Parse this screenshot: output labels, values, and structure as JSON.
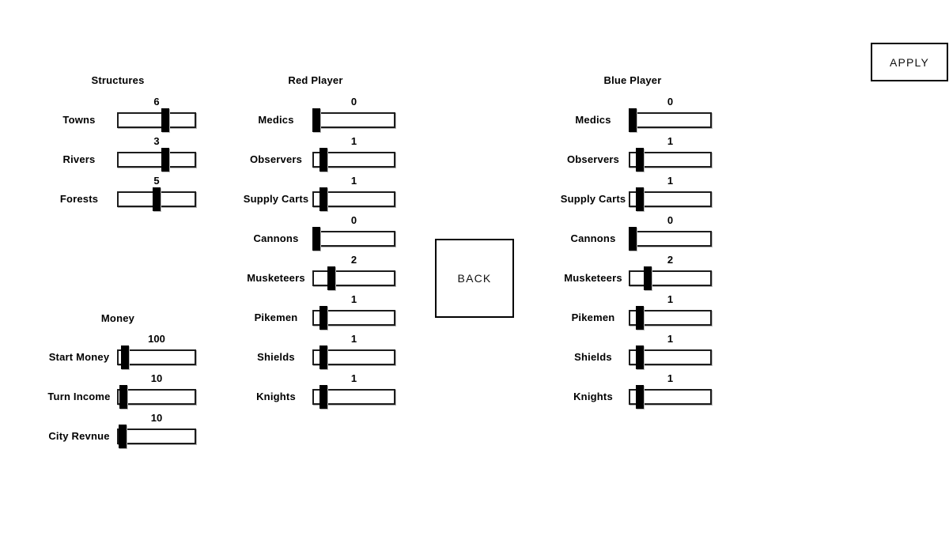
{
  "buttons": {
    "back": "BACK",
    "apply": "APPLY"
  },
  "groups": [
    {
      "id": "structures",
      "title": "Structures",
      "sliders": [
        {
          "label": "Towns",
          "value": "6",
          "fraction": 0.62
        },
        {
          "label": "Rivers",
          "value": "3",
          "fraction": 0.62
        },
        {
          "label": "Forests",
          "value": "5",
          "fraction": 0.5
        }
      ]
    },
    {
      "id": "money",
      "title": "Money",
      "sliders": [
        {
          "label": "Start Money",
          "value": "100",
          "fraction": 0.05
        },
        {
          "label": "Turn Income",
          "value": "10",
          "fraction": 0.035
        },
        {
          "label": "City Revnue",
          "value": "10",
          "fraction": 0.025
        }
      ]
    },
    {
      "id": "red-player",
      "title": "Red Player",
      "sliders": [
        {
          "label": "Medics",
          "value": "0",
          "fraction": 0
        },
        {
          "label": "Observers",
          "value": "1",
          "fraction": 0.095
        },
        {
          "label": "Supply Carts",
          "value": "1",
          "fraction": 0.095
        },
        {
          "label": "Cannons",
          "value": "0",
          "fraction": 0
        },
        {
          "label": "Musketeers",
          "value": "2",
          "fraction": 0.2
        },
        {
          "label": "Pikemen",
          "value": "1",
          "fraction": 0.095
        },
        {
          "label": "Shields",
          "value": "1",
          "fraction": 0.095
        },
        {
          "label": "Knights",
          "value": "1",
          "fraction": 0.095
        }
      ]
    },
    {
      "id": "blue-player",
      "title": "Blue Player",
      "sliders": [
        {
          "label": "Medics",
          "value": "0",
          "fraction": 0
        },
        {
          "label": "Observers",
          "value": "1",
          "fraction": 0.095
        },
        {
          "label": "Supply Carts",
          "value": "1",
          "fraction": 0.095
        },
        {
          "label": "Cannons",
          "value": "0",
          "fraction": 0
        },
        {
          "label": "Musketeers",
          "value": "2",
          "fraction": 0.2
        },
        {
          "label": "Pikemen",
          "value": "1",
          "fraction": 0.095
        },
        {
          "label": "Shields",
          "value": "1",
          "fraction": 0.095
        },
        {
          "label": "Knights",
          "value": "1",
          "fraction": 0.095
        }
      ]
    }
  ]
}
